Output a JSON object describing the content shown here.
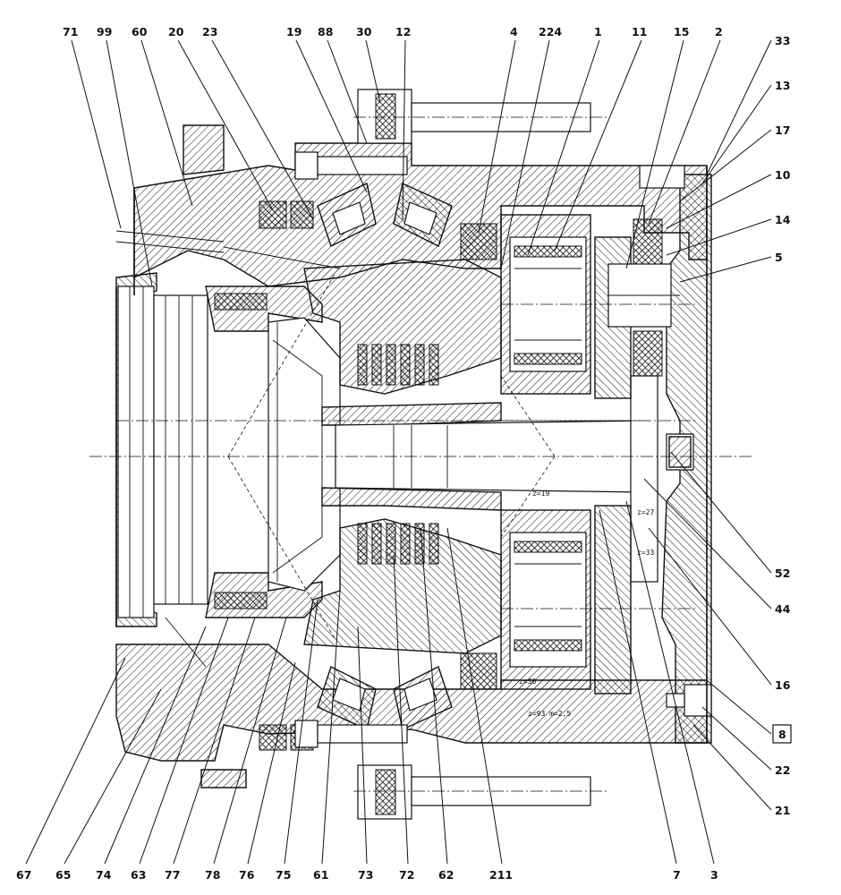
{
  "labels_top": [
    "71",
    "99",
    "60",
    "20",
    "23",
    "19",
    "88",
    "30",
    "12",
    "4",
    "224",
    "1",
    "11",
    "15",
    "2"
  ],
  "labels_right": [
    "33",
    "13",
    "17",
    "10",
    "14",
    "5",
    "52",
    "44",
    "16",
    "8",
    "22",
    "21"
  ],
  "labels_bottom": [
    "67",
    "65",
    "74",
    "63",
    "77",
    "78",
    "76",
    "75",
    "61",
    "73",
    "72",
    "62",
    "211",
    "7",
    "3"
  ],
  "gear_notes": [
    "z=19",
    "z=27",
    "z=33",
    "z=36",
    "z=93 m=2,5"
  ],
  "boxed_label": "8"
}
